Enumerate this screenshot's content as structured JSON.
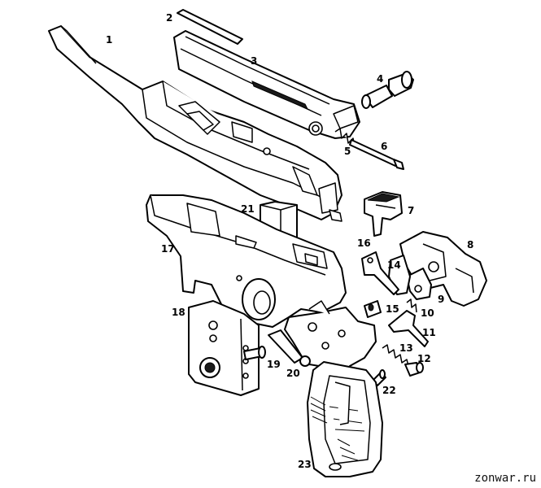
{
  "parts": [
    {
      "id": "1",
      "label": "1"
    },
    {
      "id": "2",
      "label": "2"
    },
    {
      "id": "3",
      "label": "3"
    },
    {
      "id": "4",
      "label": "4"
    },
    {
      "id": "5",
      "label": "5"
    },
    {
      "id": "6",
      "label": "6"
    },
    {
      "id": "7",
      "label": "7"
    },
    {
      "id": "8",
      "label": "8"
    },
    {
      "id": "9",
      "label": "9"
    },
    {
      "id": "10",
      "label": "10"
    },
    {
      "id": "11",
      "label": "11"
    },
    {
      "id": "12",
      "label": "12"
    },
    {
      "id": "13",
      "label": "13"
    },
    {
      "id": "14",
      "label": "14"
    },
    {
      "id": "15",
      "label": "15"
    },
    {
      "id": "16",
      "label": "16"
    },
    {
      "id": "17",
      "label": "17"
    },
    {
      "id": "18",
      "label": "18"
    },
    {
      "id": "19",
      "label": "19"
    },
    {
      "id": "20",
      "label": "20"
    },
    {
      "id": "21",
      "label": "21"
    },
    {
      "id": "22",
      "label": "22"
    },
    {
      "id": "23",
      "label": "23"
    }
  ],
  "watermark": "zonwar.ru"
}
